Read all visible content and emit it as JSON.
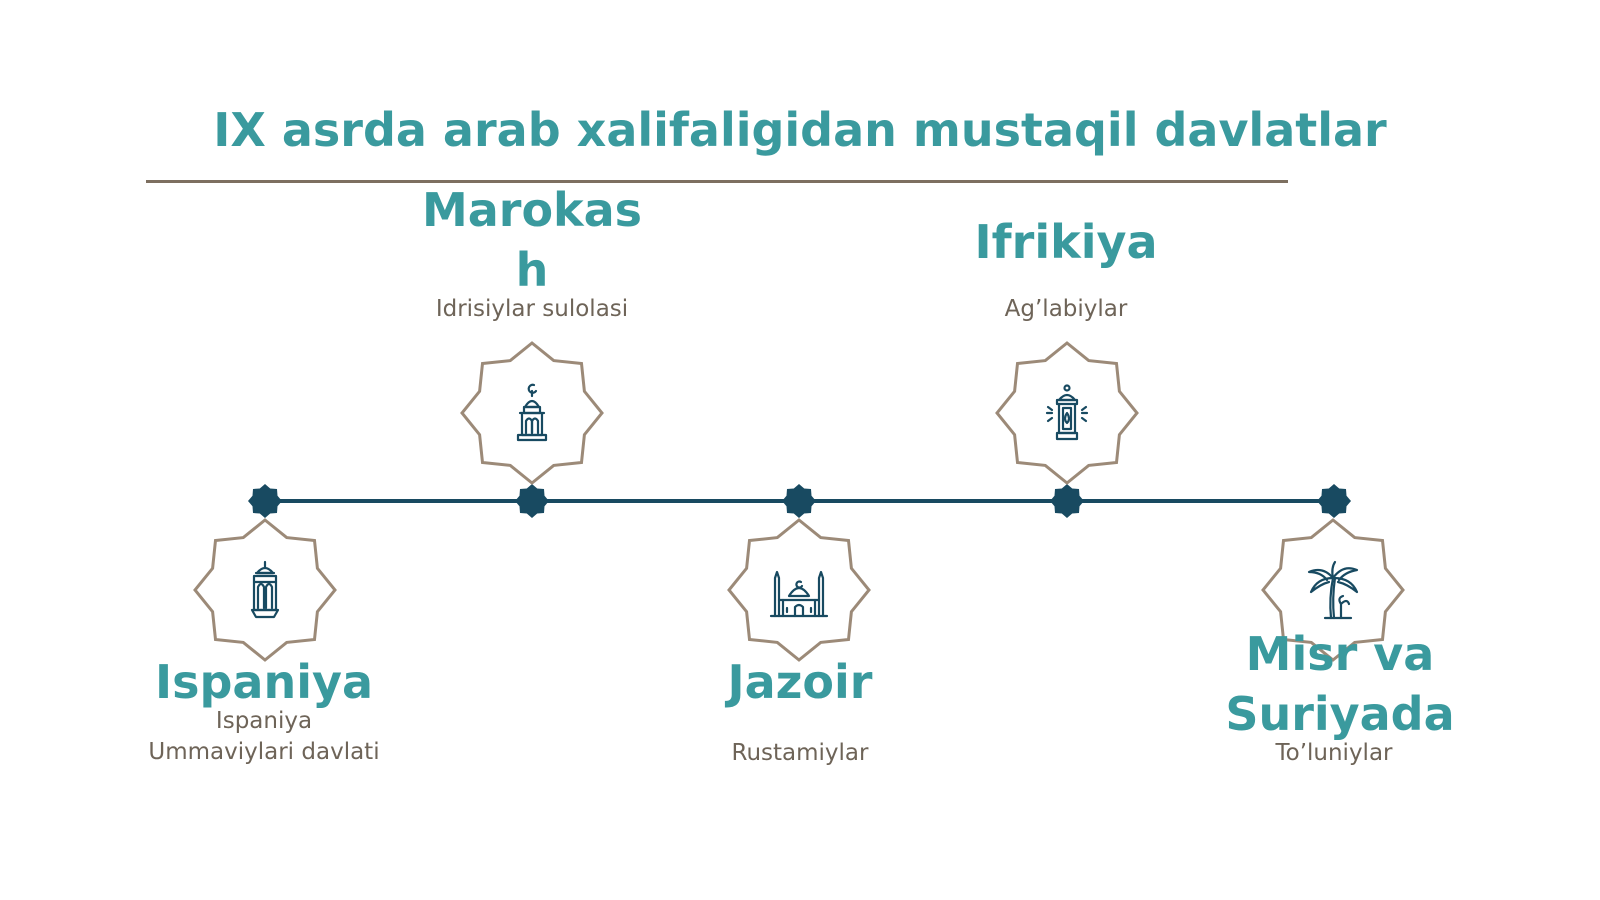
{
  "title": "IX asrda arab xalifaligidan mustaqil davlatlar",
  "colors": {
    "title": "#3a9a9e",
    "timeline": "#184a61",
    "badge_border": "#9c8a78",
    "subtitle": "#6e6458"
  },
  "entries": [
    {
      "heading": "Ispaniya",
      "subtitle": "Ispaniya Ummaviylari davlati",
      "icon": "lantern-icon",
      "position": "below"
    },
    {
      "heading": "Marokash",
      "subtitle": "Idrisiylar sulolasi",
      "icon": "minaret-icon",
      "position": "above"
    },
    {
      "heading": "Jazoir",
      "subtitle": "Rustamiylar",
      "icon": "mosque-icon",
      "position": "below"
    },
    {
      "heading": "Ifrikiya",
      "subtitle": "Ag’labiylar",
      "icon": "lamp-icon",
      "position": "above"
    },
    {
      "heading": "Misr va Suriyada",
      "subtitle": "To’luniylar",
      "icon": "palm-tree-icon",
      "position": "below"
    }
  ]
}
